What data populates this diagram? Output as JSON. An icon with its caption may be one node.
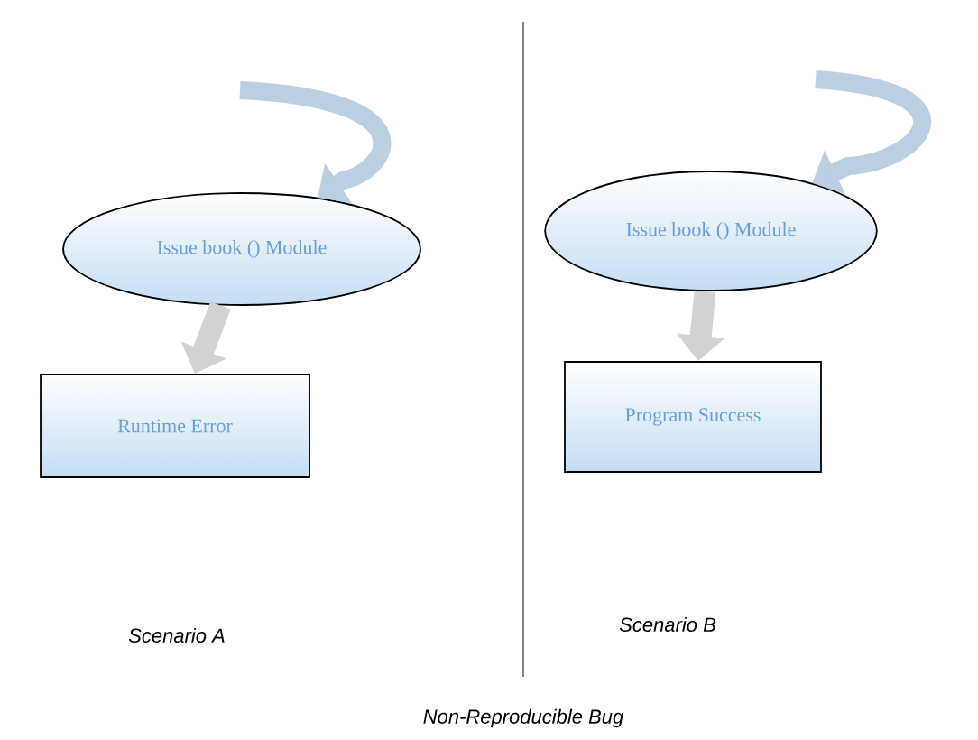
{
  "diagram": {
    "caption": "Non-Reproducible Bug",
    "nodes": [
      {
        "text": [
          "Issue book () Module"
        ]
      },
      {
        "text": [
          "Runtime Error"
        ]
      },
      {
        "text": [
          "Issue book () Module"
        ]
      },
      {
        "text": [
          "Program Success"
        ]
      }
    ],
    "edges": [
      {
        "from": null,
        "to": 0,
        "arrow": "to"
      },
      {
        "from": 0,
        "to": 1,
        "arrow": "to"
      },
      {
        "from": null,
        "to": 2,
        "arrow": "to"
      },
      {
        "from": 2,
        "to": 3,
        "arrow": "to"
      }
    ],
    "labels": [
      "Scenario A",
      "Scenario B"
    ]
  }
}
